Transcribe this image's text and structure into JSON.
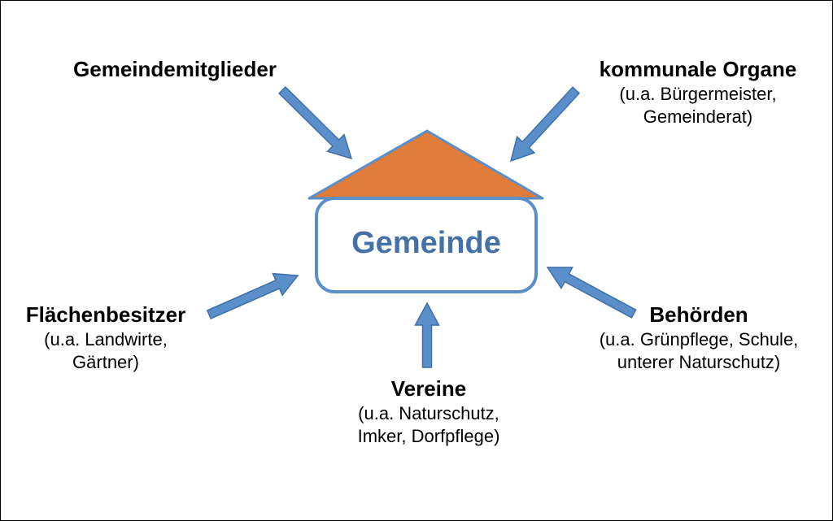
{
  "center": {
    "label": "Gemeinde"
  },
  "stakeholders": {
    "gemeindemitglieder": {
      "title": "Gemeindemitglieder"
    },
    "organe": {
      "title": "kommunale Organe",
      "line1": "(u.a. Bürgermeister,",
      "line2": "Gemeinderat)"
    },
    "flaechen": {
      "title": "Flächenbesitzer",
      "line1": "(u.a. Landwirte,",
      "line2": "Gärtner)"
    },
    "vereine": {
      "title": "Vereine",
      "line1": "(u.a. Naturschutz,",
      "line2": "Imker, Dorfpflege)"
    },
    "behoerden": {
      "title": "Behörden",
      "line1": "(u.a. Grünpflege, Schule,",
      "line2": "unterer Naturschutz)"
    }
  },
  "colors": {
    "roof": "#E07B39",
    "house_stroke": "#5B8FC9",
    "center_text": "#4472A8",
    "arrow_fill": "#5B8FC9",
    "arrow_stroke": "#3E6FA8"
  }
}
